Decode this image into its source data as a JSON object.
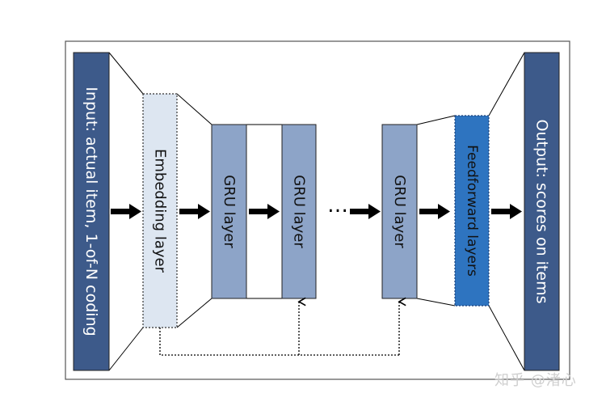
{
  "diagram": {
    "blocks": {
      "input": {
        "label": "Input: actual item, 1-of-N coding",
        "fill": "#3d5a8a",
        "text_color": "#ffffff"
      },
      "embedding": {
        "label": "Embedding layer",
        "fill": "#dde6f1",
        "text_color": "#111111"
      },
      "gru_1": {
        "label": "GRU layer",
        "fill": "#8da4c8",
        "text_color": "#111111"
      },
      "gru_2": {
        "label": "GRU layer",
        "fill": "#8da4c8",
        "text_color": "#111111"
      },
      "gru_n": {
        "label": "GRU layer",
        "fill": "#8da4c8",
        "text_color": "#111111"
      },
      "feedforward": {
        "label": "Feedforward layers",
        "fill": "#2e74c0",
        "text_color": "#111111"
      },
      "output": {
        "label": "Output: scores on items",
        "fill": "#3d5a8a",
        "text_color": "#ffffff"
      }
    },
    "ellipsis": "…",
    "arrow_color": "#000000"
  },
  "watermark": "知乎 @渚心"
}
